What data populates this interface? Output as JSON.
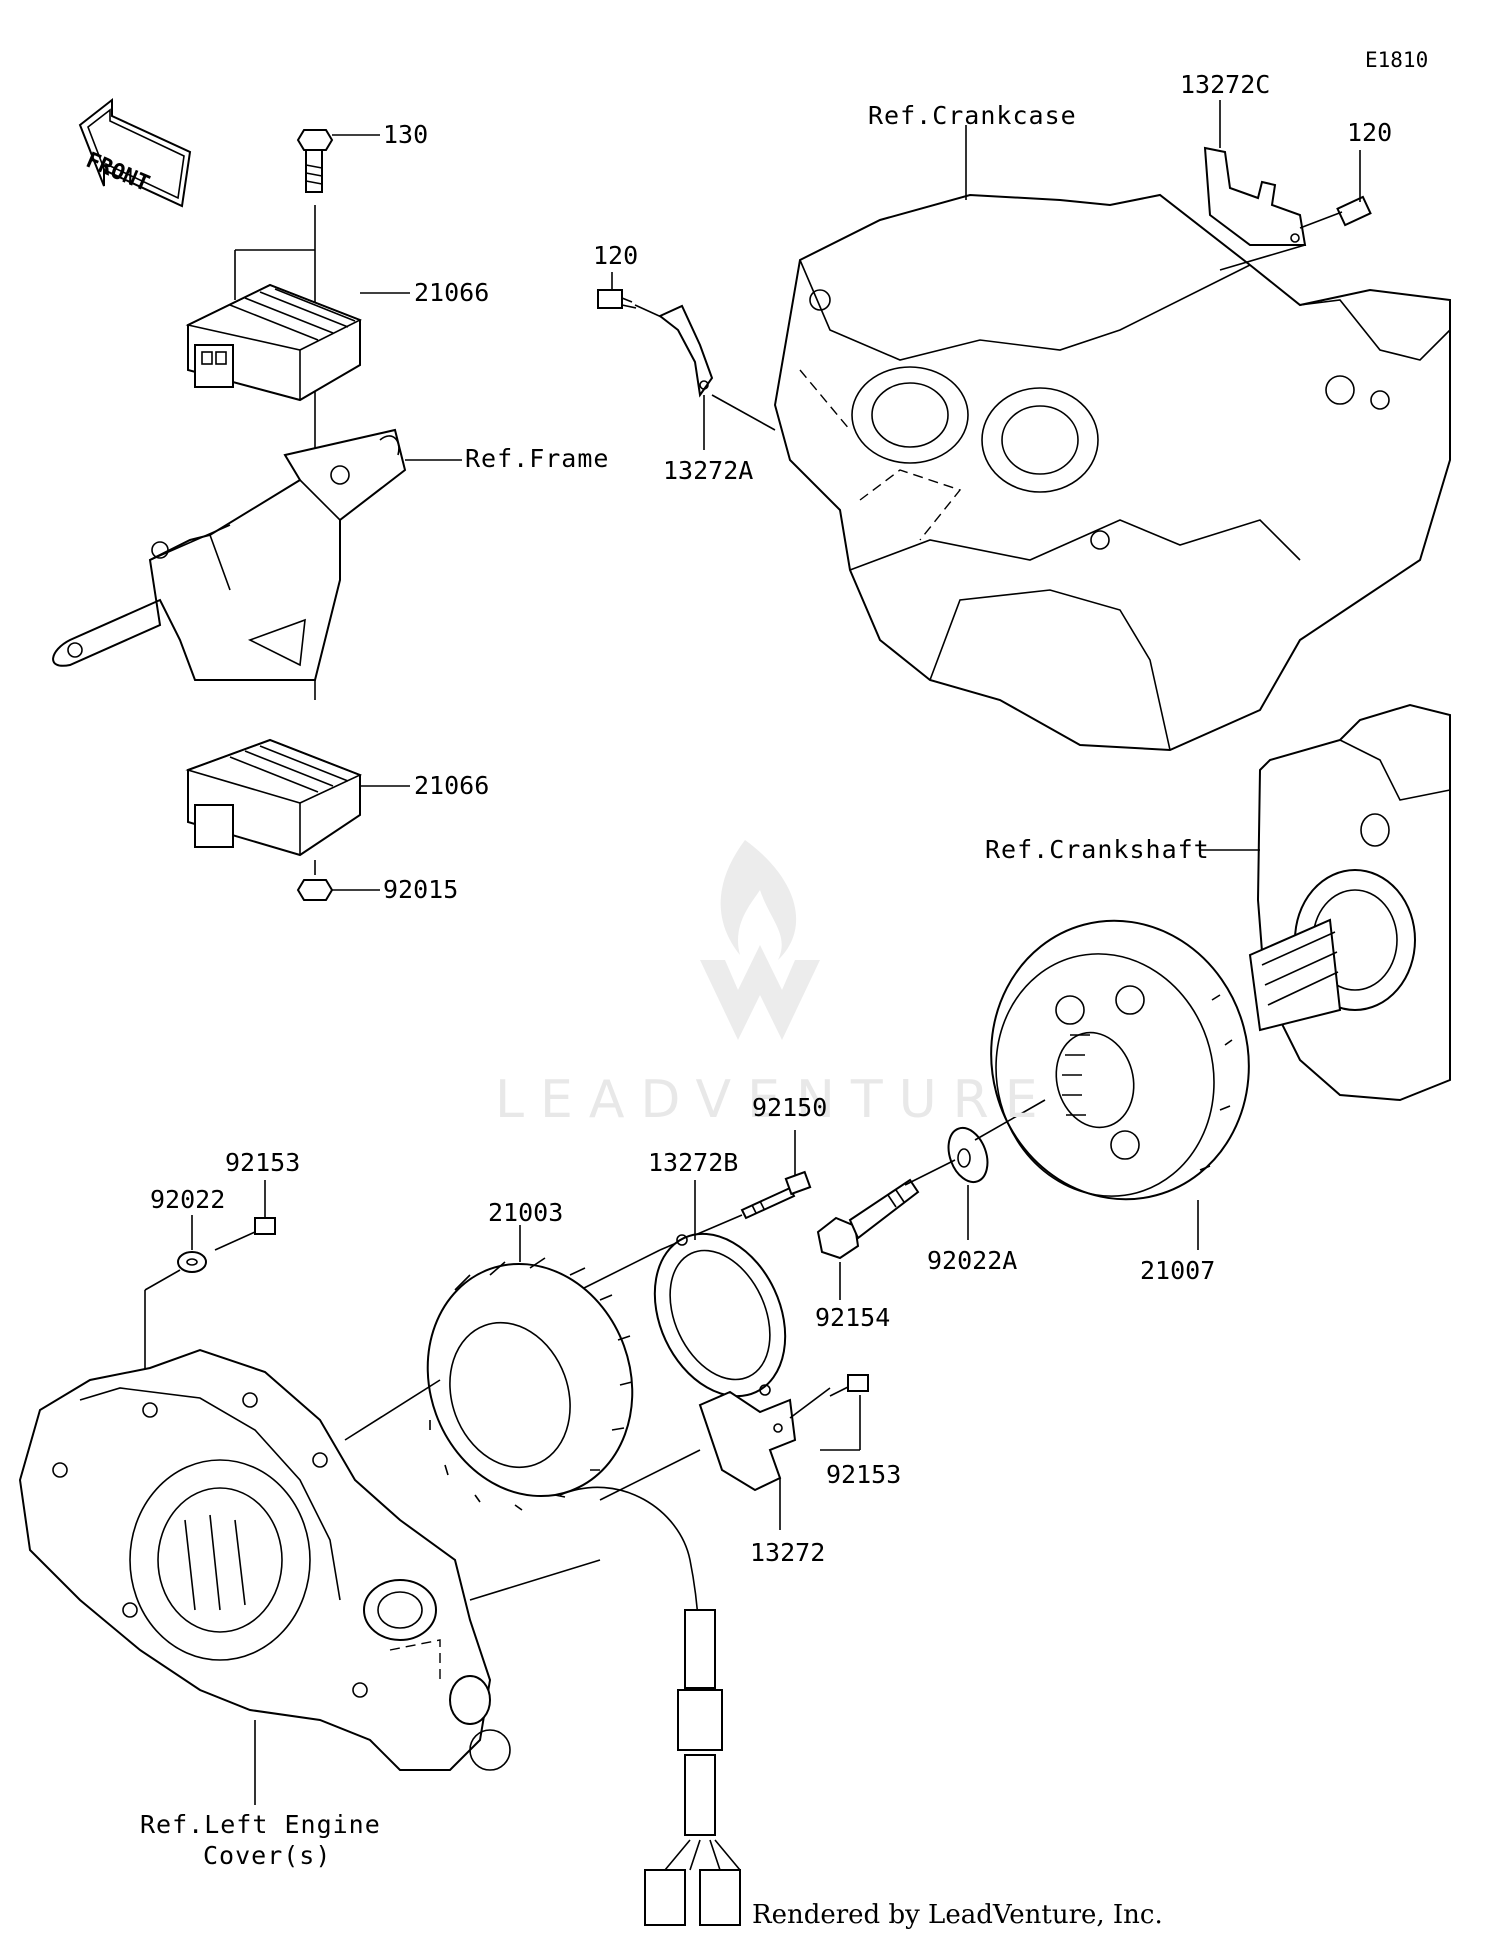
{
  "diagram": {
    "code": "E1810",
    "front_label": "FRONT",
    "callouts": {
      "p130": "130",
      "p21066_upper": "21066",
      "ref_frame": "Ref.Frame",
      "p21066_lower": "21066",
      "p92015": "92015",
      "p120_left": "120",
      "p13272a": "13272A",
      "ref_crankcase": "Ref.Crankcase",
      "p13272c": "13272C",
      "p120_right": "120",
      "ref_crankshaft": "Ref.Crankshaft",
      "p92153_top": "92153",
      "p92022": "92022",
      "p21003": "21003",
      "p13272b": "13272B",
      "p92150": "92150",
      "p92154": "92154",
      "p92022a": "92022A",
      "p21007": "21007",
      "p92153_right": "92153",
      "p13272": "13272",
      "ref_left_cover_line1": "Ref.Left Engine",
      "ref_left_cover_line2": "Cover(s)"
    },
    "watermark": "LEADVENTURE",
    "footer": "Rendered by LeadVenture, Inc."
  },
  "icons": [
    "front-arrow-icon",
    "leadventure-flame-logo-icon"
  ]
}
